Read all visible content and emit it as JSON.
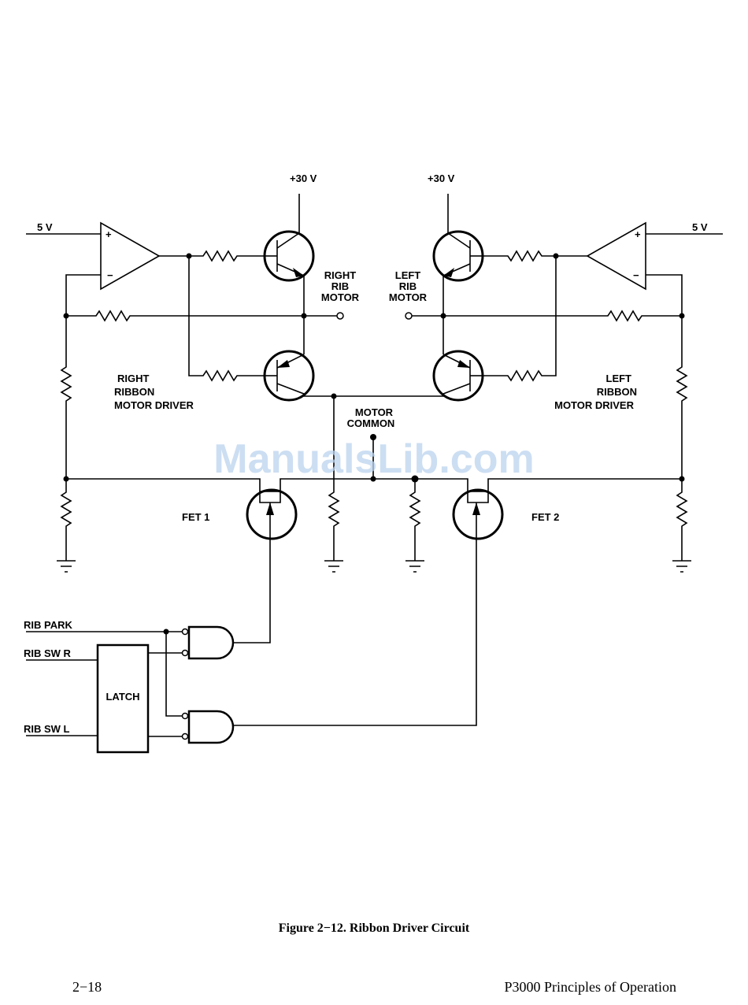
{
  "labels": {
    "plus30_left": "+30 V",
    "plus30_right": "+30 V",
    "five_v_left": "5 V",
    "five_v_right": "5 V",
    "right_rib_motor": [
      "RIGHT",
      "RIB",
      "MOTOR"
    ],
    "left_rib_motor": [
      "LEFT",
      "RIB",
      "MOTOR"
    ],
    "right_driver": [
      "RIGHT",
      "RIBBON",
      "MOTOR DRIVER"
    ],
    "left_driver": [
      "LEFT",
      "RIBBON",
      "MOTOR DRIVER"
    ],
    "motor_common": [
      "MOTOR",
      "COMMON"
    ],
    "fet1": "FET 1",
    "fet2": "FET 2",
    "rib_park": "RIB PARK",
    "rib_sw_r": "RIB SW R",
    "rib_sw_l": "RIB SW L",
    "latch": "LATCH",
    "opamp_plus": "+",
    "opamp_minus": "−"
  },
  "watermark": "ManualsLib.com",
  "caption": "Figure 2−12.  Ribbon Driver Circuit",
  "footer": {
    "page_number": "2−18",
    "document_title": "P3000 Principles of Operation"
  }
}
